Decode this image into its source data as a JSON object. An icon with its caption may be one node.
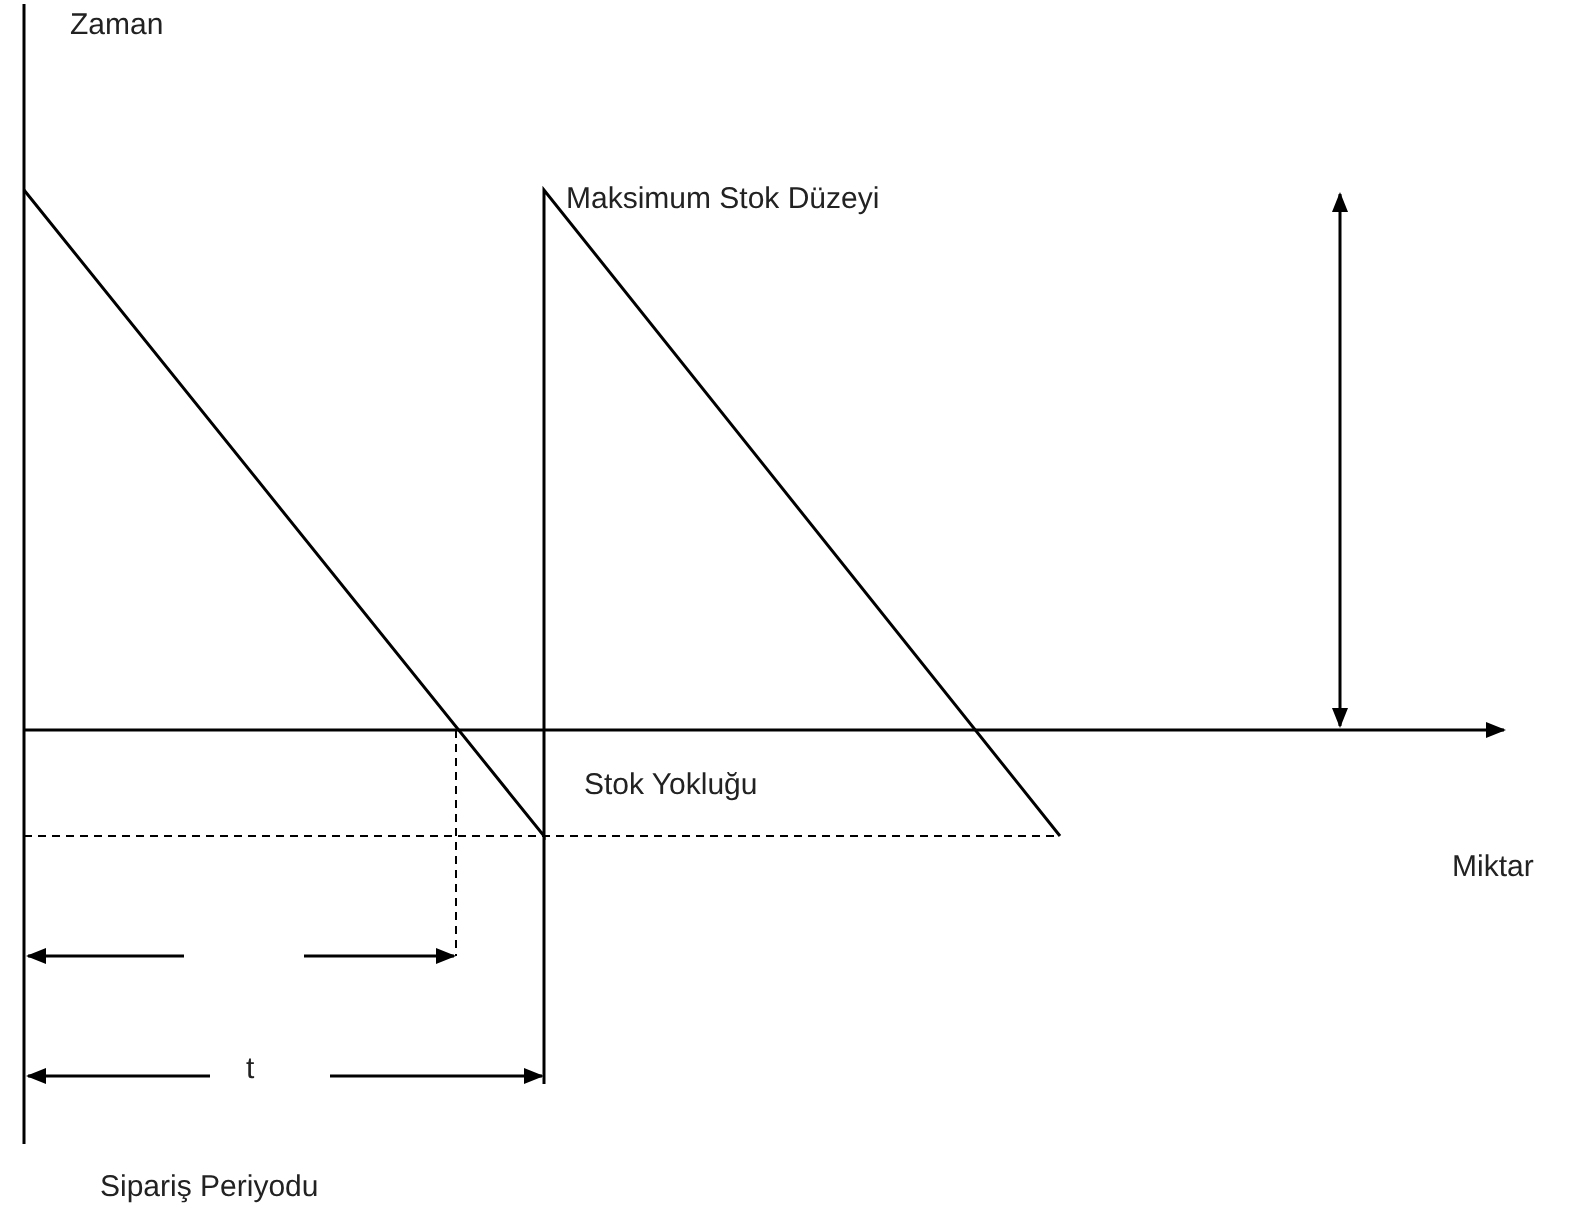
{
  "diagram": {
    "labels": [
      "Zaman",
      "Maksimum Stok Düzeyi",
      "Stok Yokluğu",
      "Miktar",
      "t",
      "Sipariş Periyodu"
    ]
  }
}
